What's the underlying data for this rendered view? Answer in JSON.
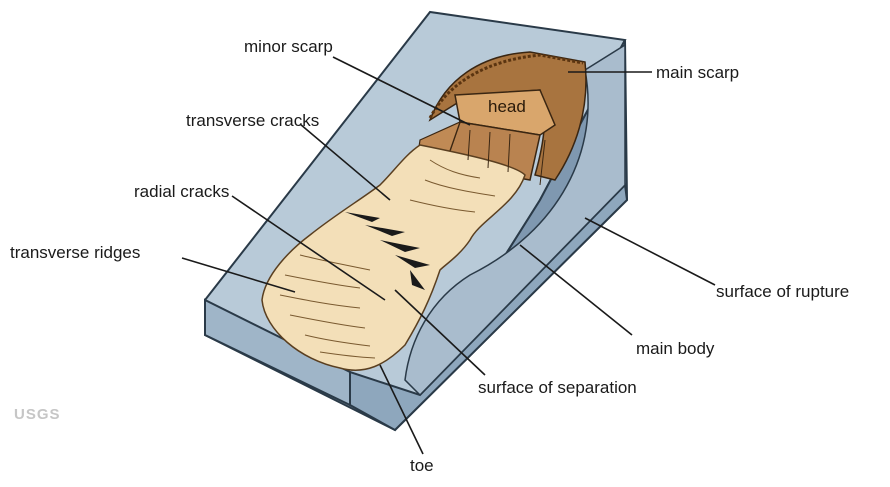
{
  "labels": {
    "main_scarp": "main scarp",
    "minor_scarp": "minor scarp",
    "head": "head",
    "transverse_cracks": "transverse cracks",
    "radial_cracks": "radial cracks",
    "transverse_ridges": "transverse ridges",
    "surface_of_rupture": "surface of rupture",
    "main_body": "main body",
    "surface_of_separation": "surface of separation",
    "toe": "toe"
  },
  "watermark": "USGS",
  "colors": {
    "block_top": "#b8cad8",
    "block_side": "#7f98b0",
    "block_front": "#9fb5c8",
    "slide_body": "#f3dfb8",
    "scarp": "#a8743f",
    "head_block": "#d9a66c",
    "crack": "#1a1a1a",
    "leader": "#1a1a1a"
  }
}
